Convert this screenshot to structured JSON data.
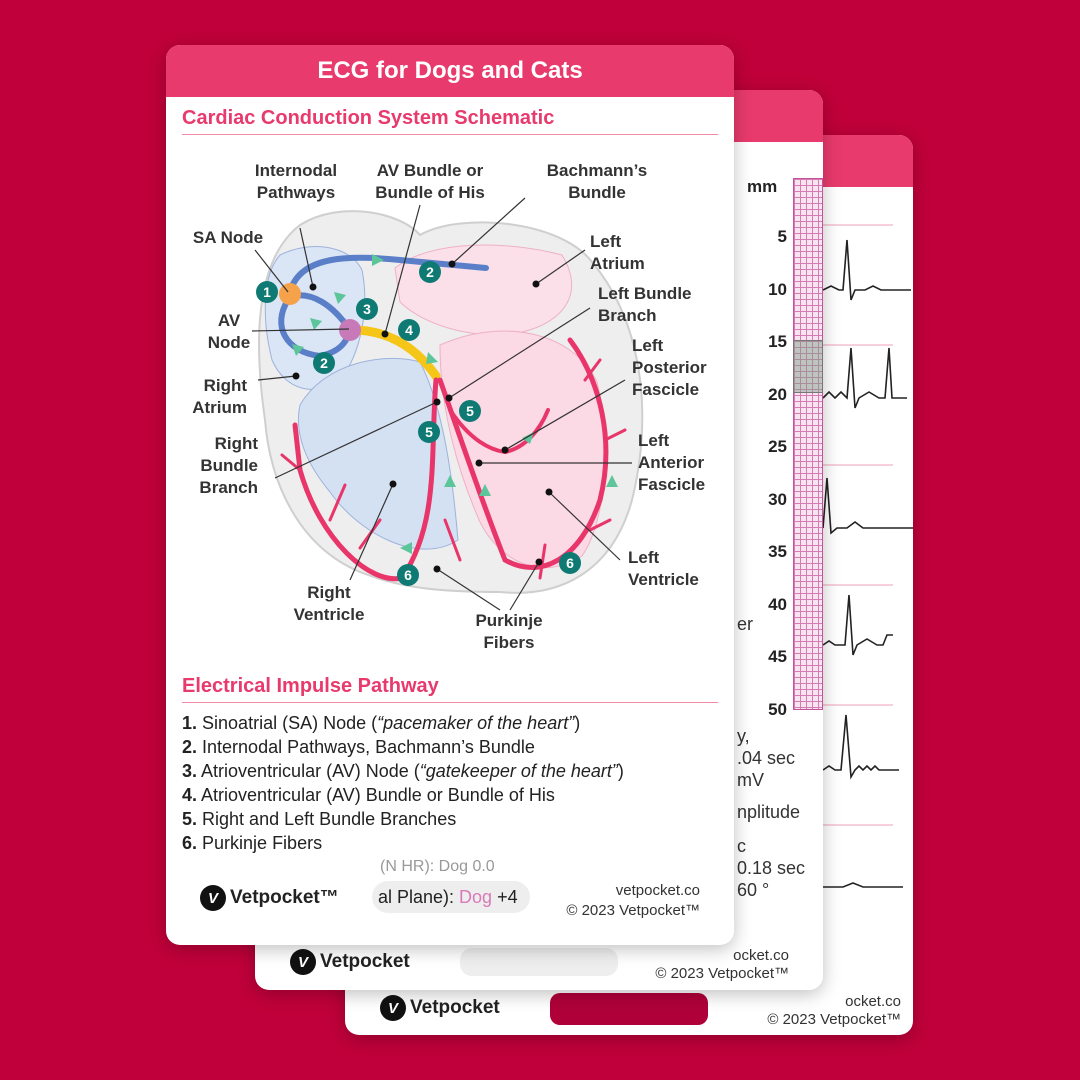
{
  "colors": {
    "background": "#c0003a",
    "header": "#e83a6c",
    "teal": "#0f7a73",
    "accent_pink": "#e83a6c"
  },
  "front_card": {
    "title": "ECG for Dogs and Cats",
    "section1": "Cardiac Conduction System Schematic",
    "labels": {
      "internodal": [
        "Internodal",
        "Pathways"
      ],
      "av_bundle": [
        "AV Bundle or",
        "Bundle of His"
      ],
      "bachmann": [
        "Bachmann’s",
        "Bundle"
      ],
      "sa_node": "SA Node",
      "left_atrium": [
        "Left",
        "Atrium"
      ],
      "left_bundle": [
        "Left Bundle",
        "Branch"
      ],
      "av_node": [
        "AV",
        "Node"
      ],
      "left_posterior": [
        "Left",
        "Posterior",
        "Fascicle"
      ],
      "right_atrium": [
        "Right",
        "Atrium"
      ],
      "right_bundle": [
        "Right",
        "Bundle",
        "Branch"
      ],
      "left_anterior": [
        "Left",
        "Anterior",
        "Fascicle"
      ],
      "left_ventricle": [
        "Left",
        "Ventricle"
      ],
      "right_ventricle": [
        "Right",
        "Ventricle"
      ],
      "purkinje": [
        "Purkinje",
        "Fibers"
      ]
    },
    "markers": [
      "1",
      "2",
      "3",
      "4",
      "2",
      "5",
      "5",
      "6",
      "6"
    ],
    "section2": "Electrical Impulse Pathway",
    "pathway": [
      {
        "n": "1.",
        "text": "Sinoatrial (SA) Node (",
        "note": "“pacemaker of the heart”",
        "end": ")"
      },
      {
        "n": "2.",
        "text": "Internodal Pathways, Bachmann’s Bundle",
        "note": "",
        "end": ""
      },
      {
        "n": "3.",
        "text": "Atrioventricular (AV) Node (",
        "note": "“gatekeeper of the heart”",
        "end": ")"
      },
      {
        "n": "4.",
        "text": "Atrioventricular (AV) Bundle or Bundle of His",
        "note": "",
        "end": ""
      },
      {
        "n": "5.",
        "text": "Right and Left Bundle Branches",
        "note": "",
        "end": ""
      },
      {
        "n": "6.",
        "text": "Purkinje Fibers",
        "note": "",
        "end": ""
      }
    ],
    "logo": "Vetpocket™",
    "pill_top": "(N HR): Dog 0.0",
    "pill_text": "al Plane): ",
    "pill_dog": "Dog",
    "pill_end": " +4",
    "site": "vetpocket.co",
    "copyright": "© 2023 Vetpocket™"
  },
  "middle_card": {
    "mm_label": "mm",
    "mm_ticks": [
      "5",
      "10",
      "15",
      "20",
      "25",
      "30",
      "35",
      "40",
      "45",
      "50"
    ],
    "partial_text": [
      "er",
      "y,",
      ".04 sec",
      "mV",
      "nplitude",
      "c",
      "0.18 sec",
      "60 °"
    ],
    "logo": "Vetpocket",
    "site": "ocket.co",
    "copyright": "© 2023 Vetpocket™"
  },
  "back_card": {
    "logo": "Vetpocket",
    "site": "ocket.co",
    "copyright": "© 2023 Vetpocket™"
  }
}
